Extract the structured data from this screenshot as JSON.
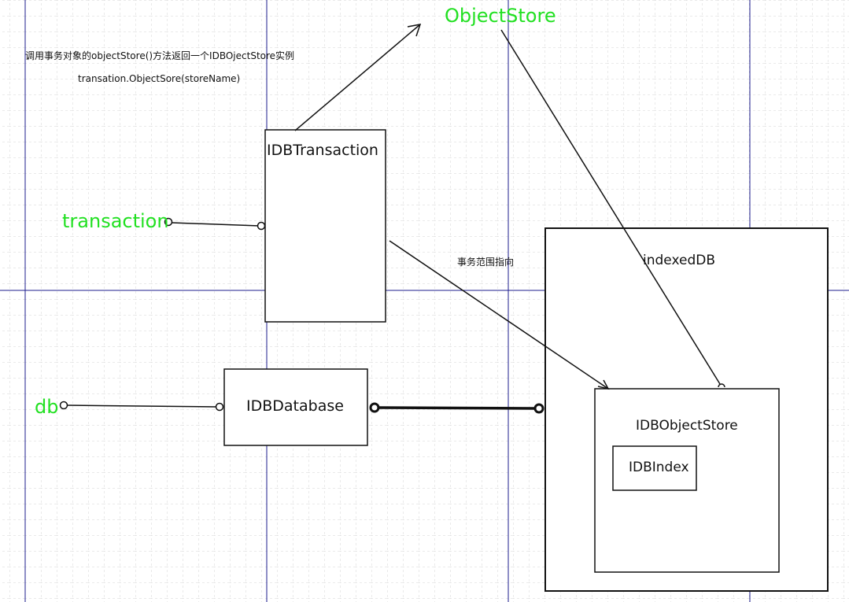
{
  "labels": {
    "objectstore_green": "ObjectStore",
    "transaction_green": "transaction",
    "db_green": "db",
    "note_line1": "调用事务对象的objectStore()方法返回一个IDBOjectStore实例",
    "note_line2": "transation.ObjectSore(storeName)",
    "scope_note": "事务范围指向"
  },
  "boxes": {
    "transaction": "IDBTransaction",
    "database": "IDBDatabase",
    "indexeddb": "indexedDB",
    "objectstore": "IDBObjectStore",
    "index": "IDBIndex"
  },
  "colors": {
    "accent_green": "#22e022",
    "grid_major": "#1c1c8c",
    "grid_minor": "#d4d4d4"
  }
}
